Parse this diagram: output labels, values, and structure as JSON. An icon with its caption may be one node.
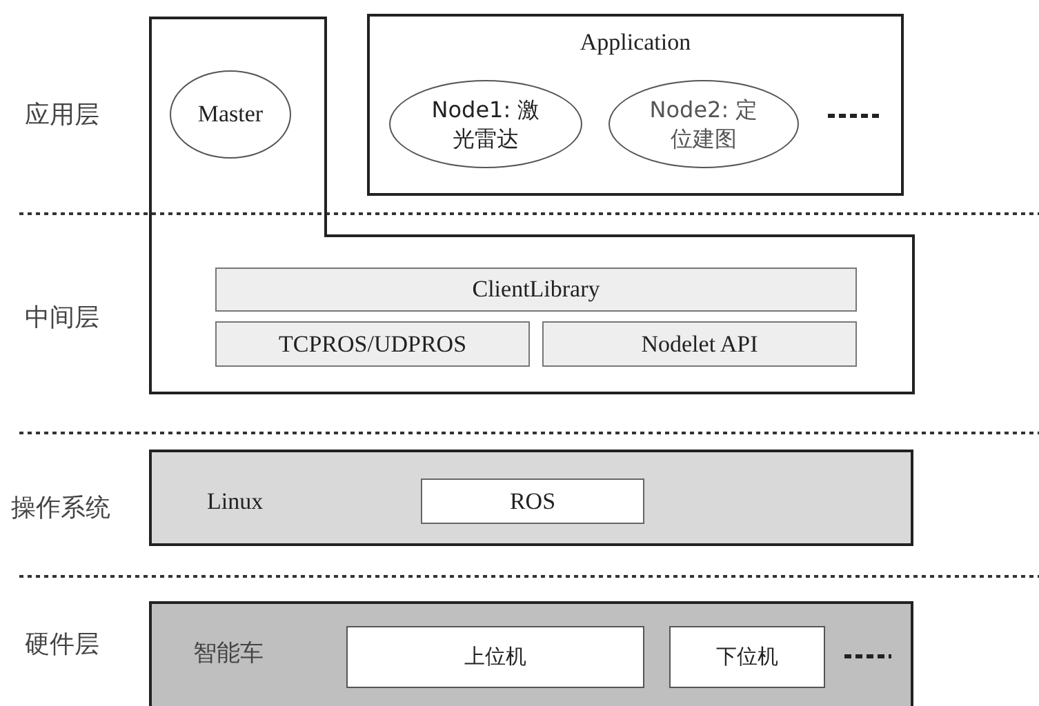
{
  "diagram": {
    "nodes": [
      {
        "text": [],
        "shape": "box"
      },
      {
        "text": [
          "Master"
        ],
        "in": 0
      },
      {
        "text": [
          "Application"
        ]
      },
      {
        "text": [
          "Node1: 激光雷达"
        ],
        "in": 2
      },
      {
        "text": [
          "Node2: 定位建图"
        ],
        "in": 2
      },
      {
        "text": [
          "ClientLibrary"
        ],
        "in": 0
      },
      {
        "text": [
          "TCPROS/UDPROS"
        ],
        "in": 0
      },
      {
        "text": [
          "Nodelet API"
        ],
        "in": 0
      },
      {
        "text": [
          "Linux"
        ]
      },
      {
        "text": [
          "ROS"
        ],
        "in": 8
      },
      {
        "text": [
          "智能车"
        ]
      },
      {
        "text": [
          "上位机"
        ],
        "in": 10
      },
      {
        "text": [
          "下位机"
        ],
        "in": 10
      }
    ],
    "edges": [],
    "labels": [
      "应用层",
      "中间层",
      "操作系统",
      "硬件层"
    ]
  }
}
